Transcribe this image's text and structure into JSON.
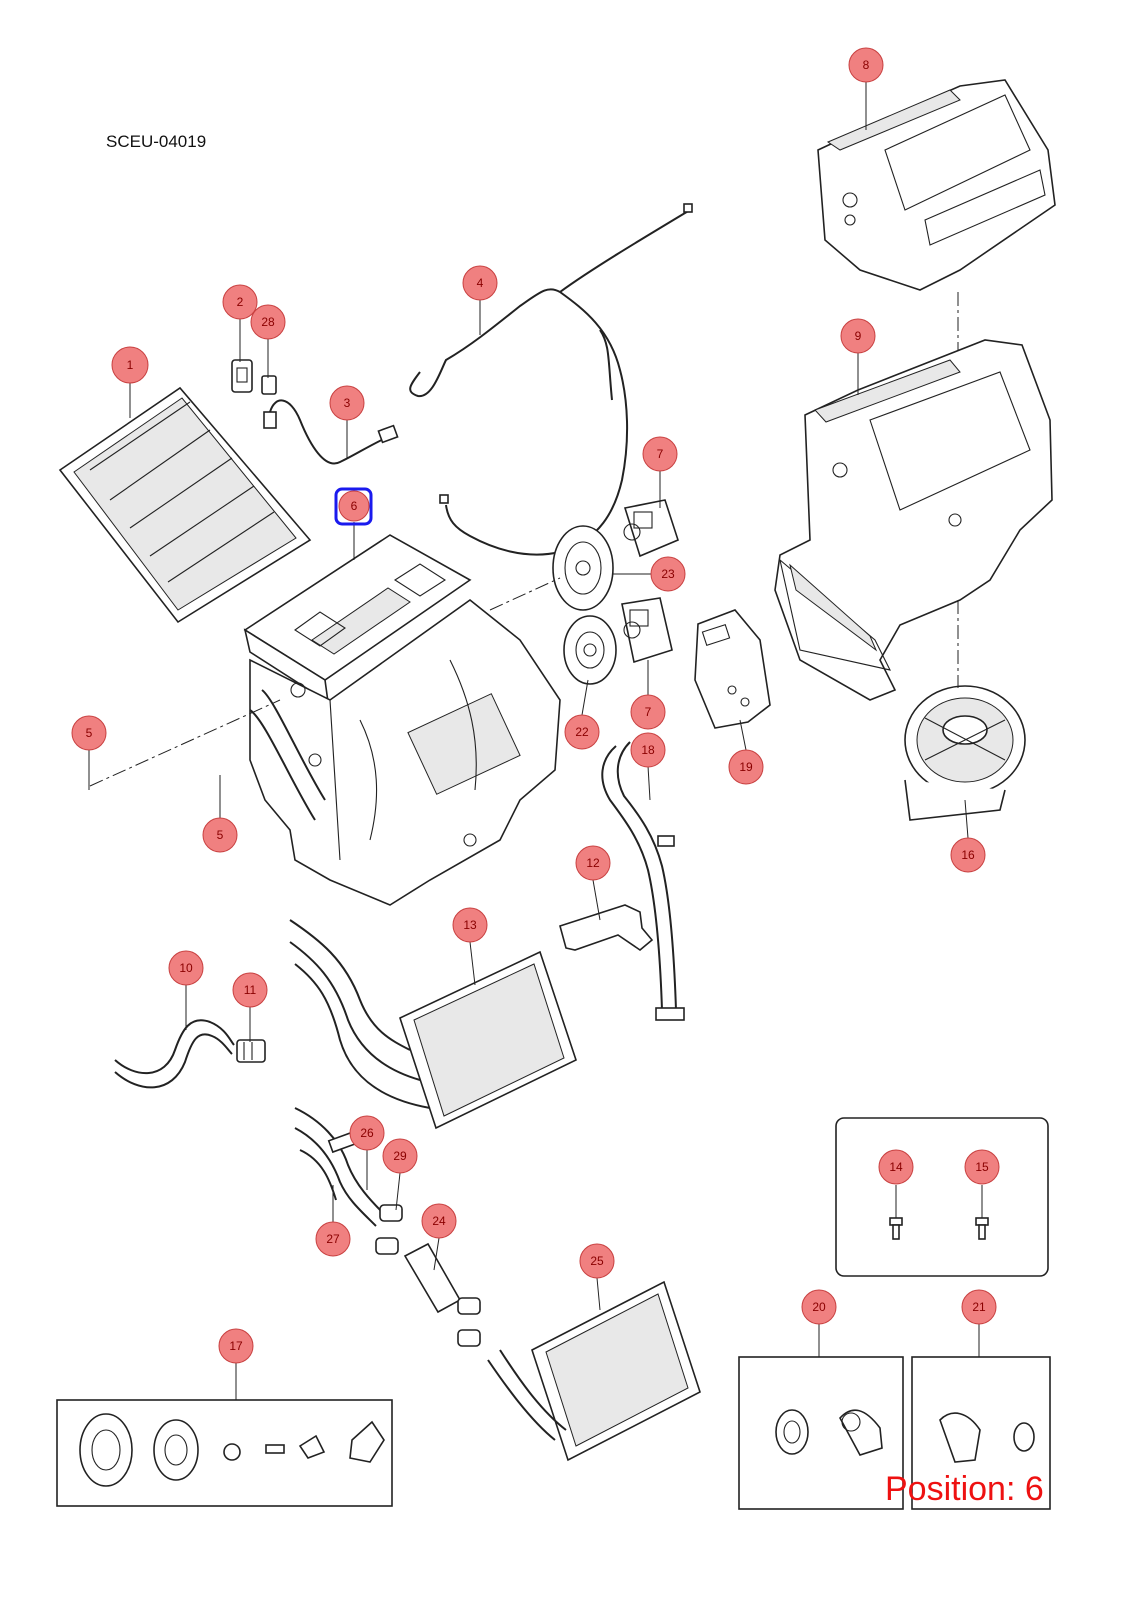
{
  "drawing_code": "SCEU-04019",
  "position_readout": "Position: 6",
  "selected_position": "6",
  "colors": {
    "callout_fill": "#f08080",
    "callout_stroke": "#c84040",
    "callout_text": "#8a0000",
    "highlight": "#1a1aee",
    "readout": "#ee1111"
  },
  "callouts": {
    "c1": "1",
    "c2": "2",
    "c3": "3",
    "c4": "4",
    "c5a": "5",
    "c5b": "5",
    "c6": "6",
    "c7a": "7",
    "c7b": "7",
    "c8": "8",
    "c9": "9",
    "c10": "10",
    "c11": "11",
    "c12": "12",
    "c13": "13",
    "c14": "14",
    "c15": "15",
    "c16": "16",
    "c17": "17",
    "c18": "18",
    "c19": "19",
    "c20": "20",
    "c21": "21",
    "c22": "22",
    "c23": "23",
    "c24": "24",
    "c25": "25",
    "c26": "26",
    "c27": "27",
    "c28": "28",
    "c29": "29"
  }
}
